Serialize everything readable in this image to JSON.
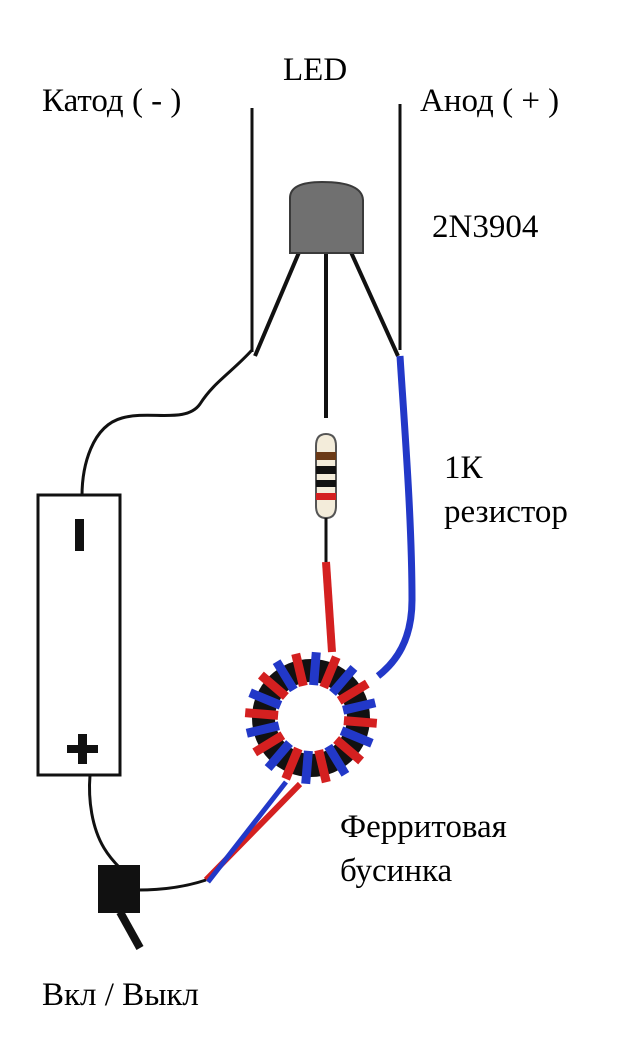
{
  "labels": {
    "led": "LED",
    "cathode": "Катод ( - )",
    "anode": "Анод ( + )",
    "transistor": "2N3904",
    "resistor_line1": "1К",
    "resistor_line2": "резистор",
    "ferrite_line1": "Ферритовая",
    "ferrite_line2": "бусинка",
    "switch": "Вкл / Выкл",
    "battery_minus": "-",
    "battery_plus": "+"
  },
  "colors": {
    "wire_black": "#111111",
    "wire_blue": "#2238c8",
    "wire_red": "#d42020",
    "transistor_body": "#707070",
    "resistor_body": "#f3ecda"
  },
  "ferrite_bead": {
    "winding_count": 20
  }
}
